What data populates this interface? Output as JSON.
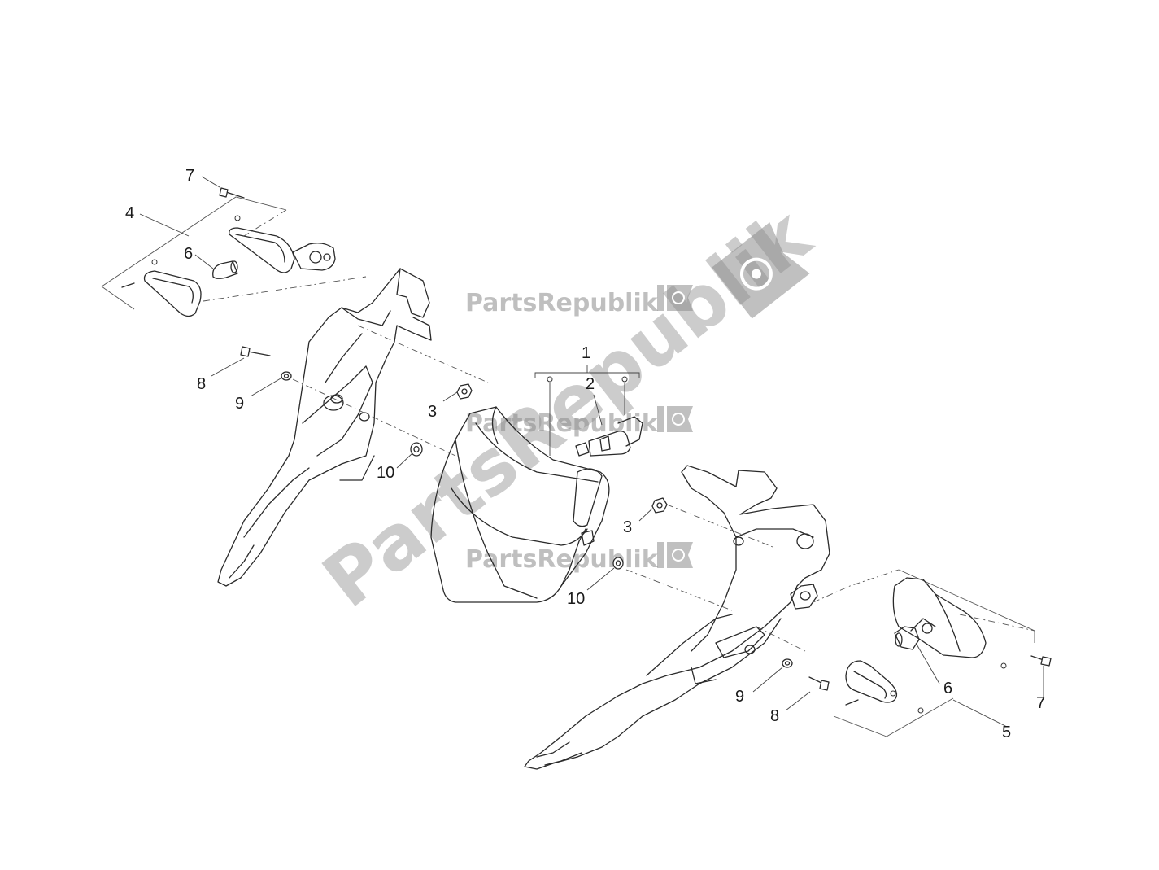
{
  "watermark": {
    "brand": "PartsRepublik",
    "small_marks": [
      "PartsRepublik",
      "PartsRepublik",
      "PartsRepublik"
    ]
  },
  "callouts": {
    "c1": "1",
    "c2": "2",
    "c3_left": "3",
    "c3_right": "3",
    "c4": "4",
    "c5": "5",
    "c6_left": "6",
    "c6_right": "6",
    "c7_left": "7",
    "c7_right": "7",
    "c8_left": "8",
    "c8_right": "8",
    "c9_left": "9",
    "c9_right": "9",
    "c10_left": "10",
    "c10_right": "10"
  },
  "icons": [
    "gear-flag-icon",
    "gear-flag-large-icon"
  ]
}
